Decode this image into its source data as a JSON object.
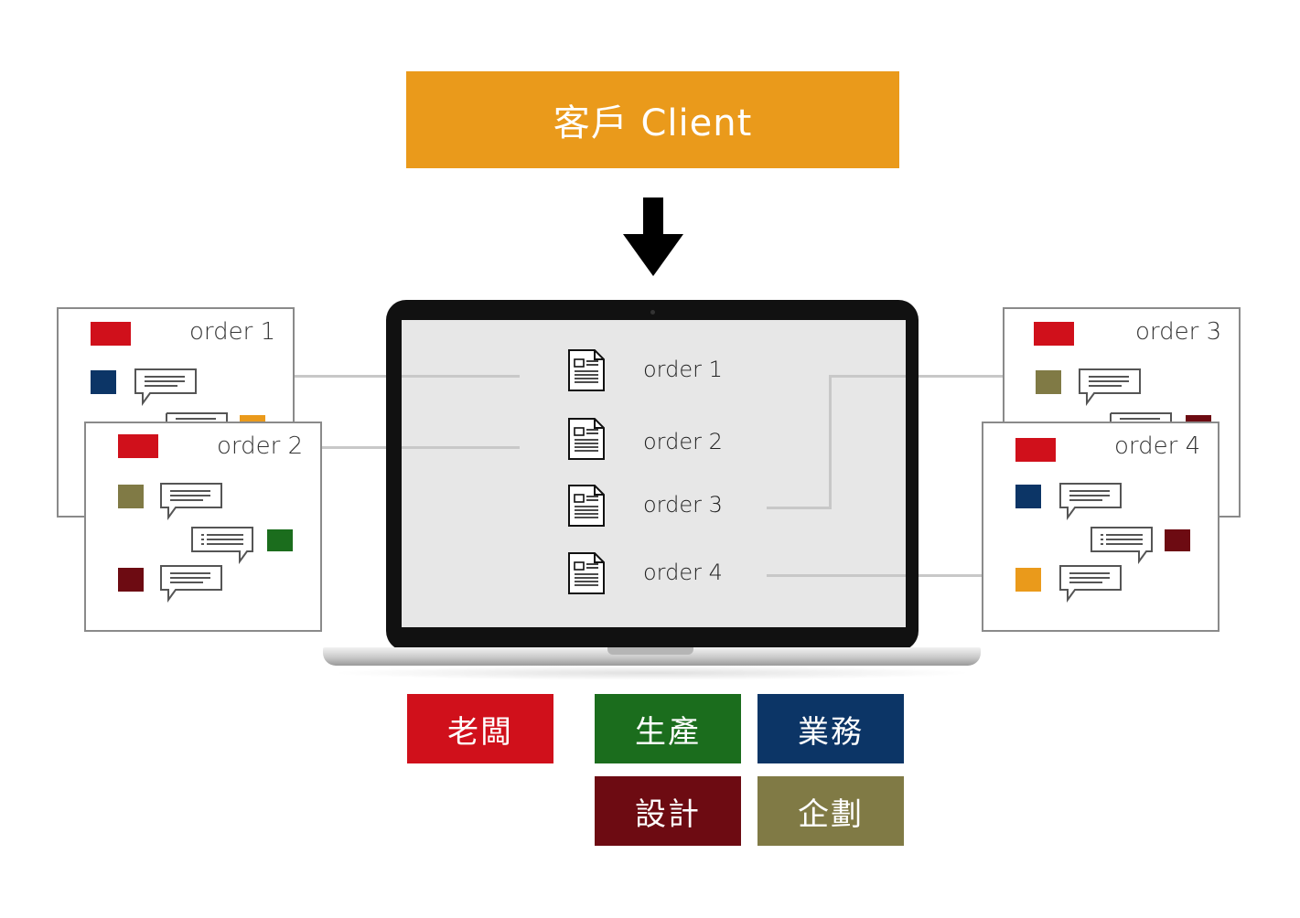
{
  "client": {
    "label": "客戶 Client",
    "color": "#ea9a1b"
  },
  "screen": {
    "orders": [
      "order 1",
      "order 2",
      "order 3",
      "order 4"
    ]
  },
  "cards": [
    {
      "title": "order 1"
    },
    {
      "title": "order 2"
    },
    {
      "title": "order 3"
    },
    {
      "title": "order 4"
    }
  ],
  "departments": [
    {
      "label": "老闆",
      "color": "#d0101b"
    },
    {
      "label": "生產",
      "color": "#1b6d1d"
    },
    {
      "label": "業務",
      "color": "#0c3566"
    },
    {
      "label": "設計",
      "color": "#6d0b12"
    },
    {
      "label": "企劃",
      "color": "#807a45"
    }
  ],
  "colors": {
    "red": "#d0101b",
    "navy": "#0c3566",
    "orange": "#ea9a1b",
    "olive": "#807a45",
    "green": "#1b6d1d",
    "maroon": "#6d0b12"
  }
}
